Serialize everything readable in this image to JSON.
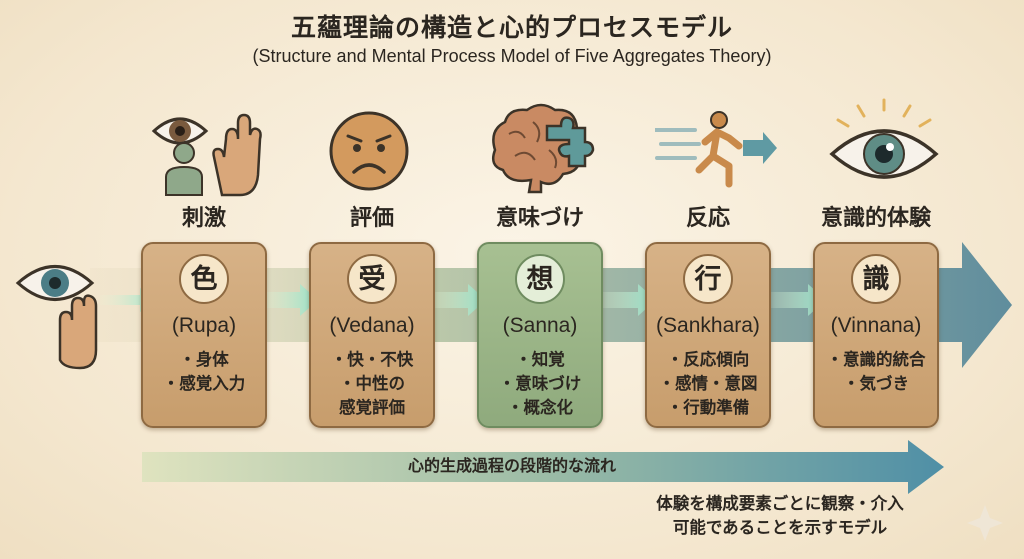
{
  "title": "五蘊理論の構造と心的プロセスモデル",
  "subtitle": "(Structure and Mental Process Model of Five Aggregates Theory)",
  "colors": {
    "box_brown": "#c79d6c",
    "box_green": "#8faa7d",
    "arrow_teal": "#5f8fa0",
    "background": "#f6ecd8"
  },
  "stages": [
    {
      "label": "刺激",
      "kanji": "色",
      "pali": "(Rupa)",
      "items": [
        "・身体",
        "・感覚入力"
      ],
      "icon": "eye-and-hand-icon",
      "highlight": false
    },
    {
      "label": "評価",
      "kanji": "受",
      "pali": "(Vedana)",
      "items": [
        "・快・不快",
        "・中性の",
        "感覚評価"
      ],
      "icon": "sad-face-icon",
      "highlight": false
    },
    {
      "label": "意味づけ",
      "kanji": "想",
      "pali": "(Sanna)",
      "items": [
        "・知覚",
        "・意味づけ",
        "・概念化"
      ],
      "icon": "brain-puzzle-icon",
      "highlight": true
    },
    {
      "label": "反応",
      "kanji": "行",
      "pali": "(Sankhara)",
      "items": [
        "・反応傾向",
        "・感情・意図",
        "・行動準備"
      ],
      "icon": "running-person-icon",
      "highlight": false
    },
    {
      "label": "意識的体験",
      "kanji": "識",
      "pali": "(Vinnana)",
      "items": [
        "・意識的統合",
        "・気づき"
      ],
      "icon": "radiant-eye-icon",
      "highlight": false
    }
  ],
  "flow_label": "心的生成過程の段階的な流れ",
  "note_lines": [
    "体験を構成要素ごとに観察・介入",
    "可能であることを示すモデル"
  ]
}
